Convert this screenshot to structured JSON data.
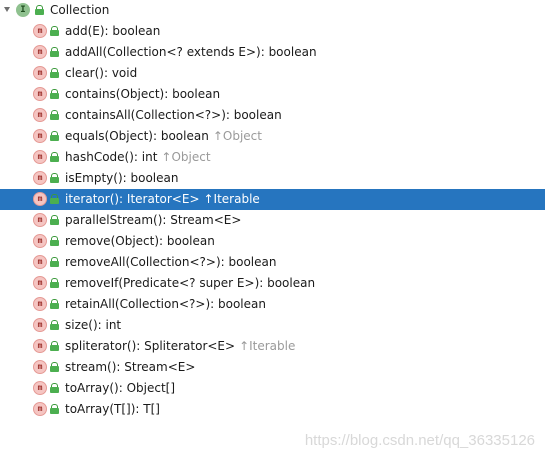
{
  "root": {
    "label": "Collection",
    "badge": "I"
  },
  "method_badge": "m",
  "methods": [
    {
      "signature": "add(E): boolean",
      "inherited": ""
    },
    {
      "signature": "addAll(Collection<? extends E>): boolean",
      "inherited": ""
    },
    {
      "signature": "clear(): void",
      "inherited": ""
    },
    {
      "signature": "contains(Object): boolean",
      "inherited": ""
    },
    {
      "signature": "containsAll(Collection<?>): boolean",
      "inherited": ""
    },
    {
      "signature": "equals(Object): boolean",
      "inherited": "↑Object"
    },
    {
      "signature": "hashCode(): int",
      "inherited": "↑Object"
    },
    {
      "signature": "isEmpty(): boolean",
      "inherited": ""
    },
    {
      "signature": "iterator(): Iterator<E>",
      "inherited": "↑Iterable"
    },
    {
      "signature": "parallelStream(): Stream<E>",
      "inherited": ""
    },
    {
      "signature": "remove(Object): boolean",
      "inherited": ""
    },
    {
      "signature": "removeAll(Collection<?>): boolean",
      "inherited": ""
    },
    {
      "signature": "removeIf(Predicate<? super E>): boolean",
      "inherited": ""
    },
    {
      "signature": "retainAll(Collection<?>): boolean",
      "inherited": ""
    },
    {
      "signature": "size(): int",
      "inherited": ""
    },
    {
      "signature": "spliterator(): Spliterator<E>",
      "inherited": "↑Iterable"
    },
    {
      "signature": "stream(): Stream<E>",
      "inherited": ""
    },
    {
      "signature": "toArray(): Object[]",
      "inherited": ""
    },
    {
      "signature": "toArray(T[]): T[]",
      "inherited": ""
    }
  ],
  "selected_index": 8,
  "watermark": "https://blog.csdn.net/qq_36335126",
  "colors": {
    "selection": "#2675bf",
    "badge_method": "#f5c5c2",
    "badge_interface": "#8fc18f",
    "inherited_text": "#9a9a9a"
  }
}
